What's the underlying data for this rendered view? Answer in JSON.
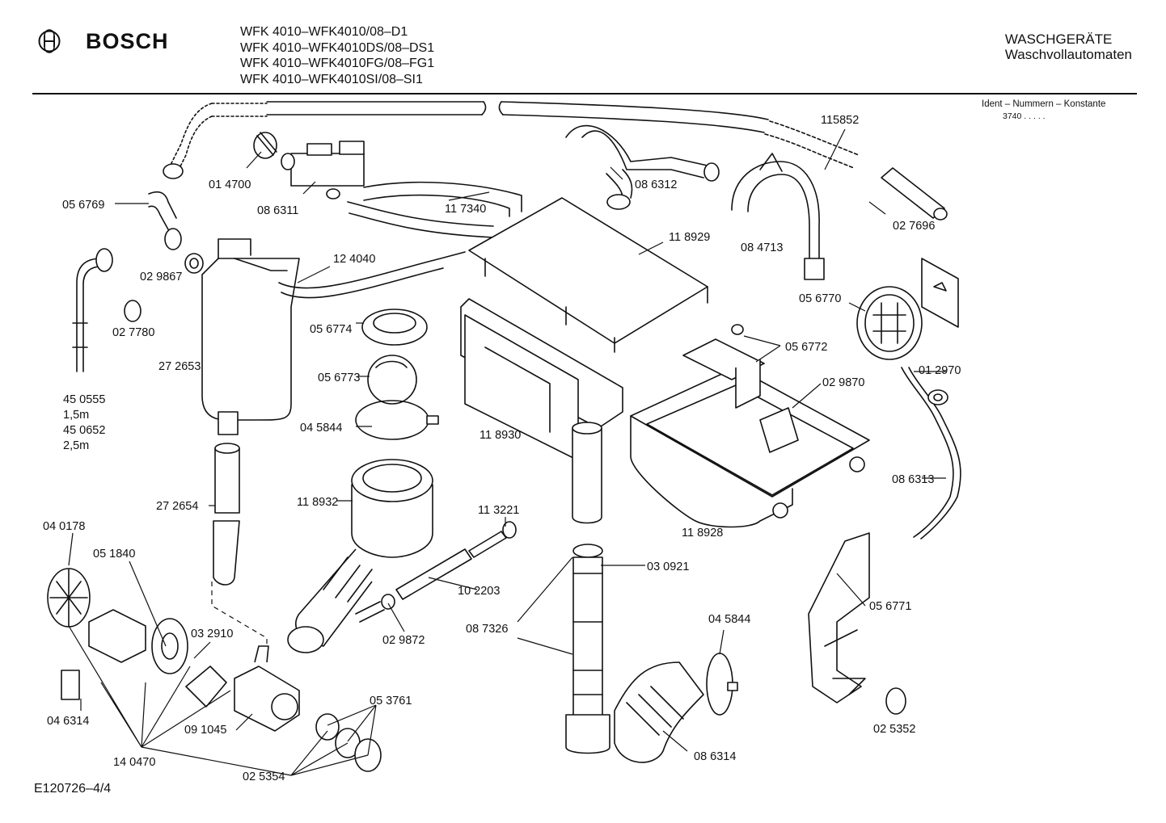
{
  "header": {
    "brand": "BOSCH",
    "models": [
      "WFK 4010–WFK4010/08–D1",
      "WFK 4010–WFK4010DS/08–DS1",
      "WFK 4010–WFK4010FG/08–FG1",
      "WFK 4010–WFK4010SI/08–SI1"
    ],
    "category": "WASCHGERÄTE",
    "subcategory": "Waschvollautomaten"
  },
  "ident": {
    "label": "Ident – Nummern – Konstante",
    "code": "3740  .  .  .  .  ."
  },
  "footer": {
    "code": "E120726–4/4"
  },
  "parts": {
    "p115852": "115852",
    "p014700": "01 4700",
    "p086312": "08 6312",
    "p056769": "05 6769",
    "p086311": "08 6311",
    "p117340": "11 7340",
    "p118929": "11 8929",
    "p084713": "08 4713",
    "p027696": "02 7696",
    "p029867": "02 9867",
    "p124040": "12 4040",
    "p056770": "05 6770",
    "p027780": "02 7780",
    "p056774": "05 6774",
    "p056772": "05 6772",
    "p272653": "27 2653",
    "p056773": "05 6773",
    "p012970": "01 2970",
    "p029870": "02 9870",
    "p450555": "45 0555",
    "len1": "1,5m",
    "p450652": "45 0652",
    "len2": "2,5m",
    "p045844a": "04 5844",
    "p118930": "11 8930",
    "p086313": "08 6313",
    "p118932": "11 8932",
    "p113221": "11 3221",
    "p272654": "27 2654",
    "p118928": "11 8928",
    "p040178": "04 0178",
    "p051840": "05 1840",
    "p030921": "03 0921",
    "p102203": "10 2203",
    "p056771": "05 6771",
    "p087326": "08 7326",
    "p045844b": "04 5844",
    "p032910": "03 2910",
    "p029872": "02 9872",
    "p053761": "05 3761",
    "p046314": "04 6314",
    "p091045": "09 1045",
    "p140470": "14 0470",
    "p086314": "08 6314",
    "p025352": "02 5352",
    "p025354": "02 5354"
  }
}
